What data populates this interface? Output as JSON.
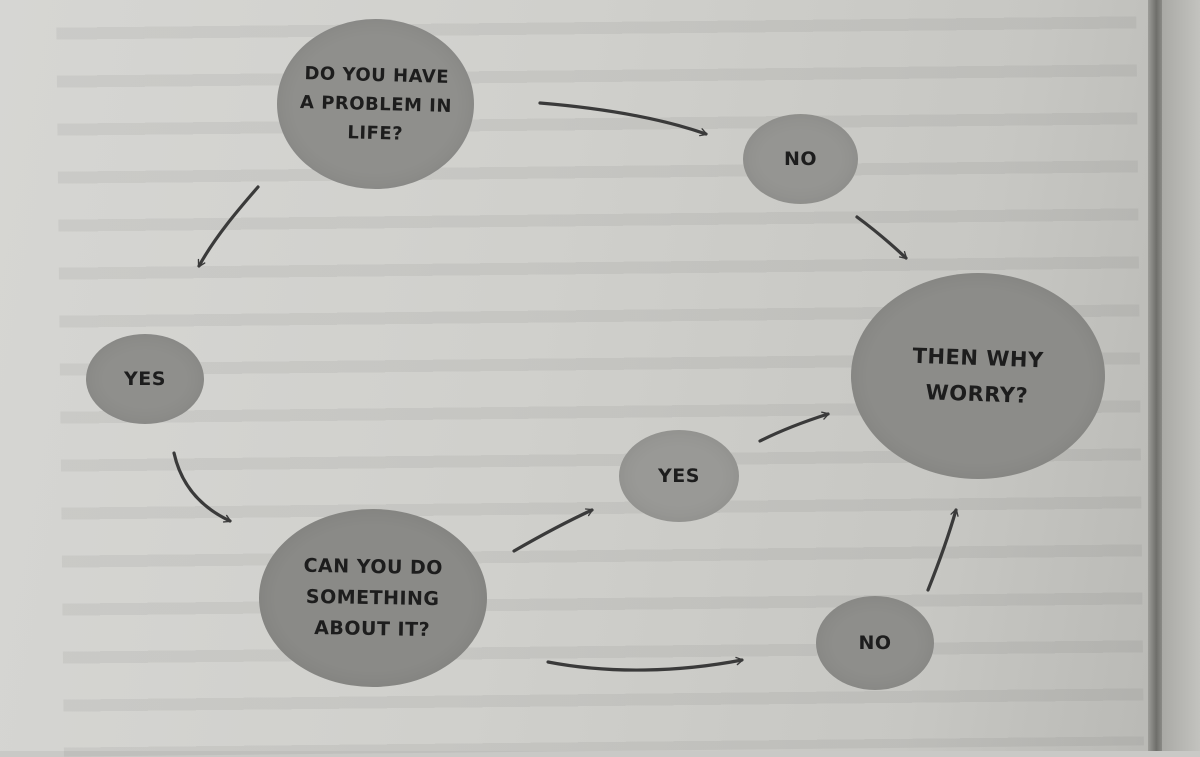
{
  "diagram": {
    "nodes": {
      "problem": "DO YOU HAVE\nA PROBLEM IN\nLIFE?",
      "no_top": "NO",
      "yes_left": "YES",
      "then_why": "THEN WHY\nWORRY?",
      "yes_mid": "YES",
      "can_you": "CAN YOU DO\nSOMETHING\nABOUT IT?",
      "no_bottom": "NO"
    },
    "node_fill": "#8f8f8c",
    "arrow_color": "#3a3a3a",
    "paper_color": "#d3d3d0",
    "edges": [
      {
        "from": "problem",
        "to": "no_top"
      },
      {
        "from": "no_top",
        "to": "then_why"
      },
      {
        "from": "problem",
        "to": "yes_left"
      },
      {
        "from": "yes_left",
        "to": "can_you"
      },
      {
        "from": "can_you",
        "to": "yes_mid"
      },
      {
        "from": "yes_mid",
        "to": "then_why"
      },
      {
        "from": "can_you",
        "to": "no_bottom"
      },
      {
        "from": "no_bottom",
        "to": "then_why"
      }
    ]
  }
}
